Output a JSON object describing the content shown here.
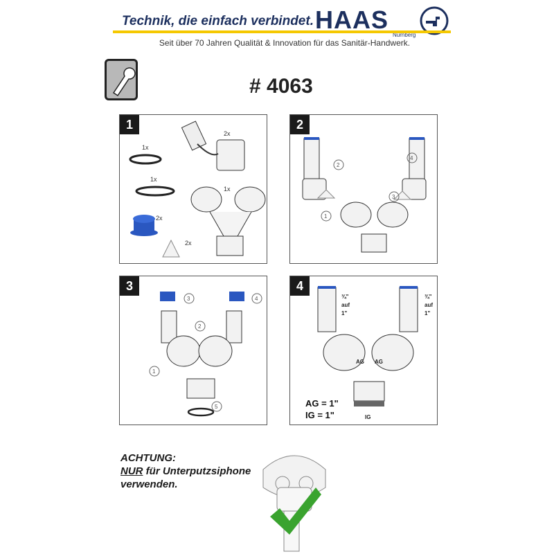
{
  "header": {
    "tagline": "Technik, die einfach verbindet.",
    "logo_text": "HAAS",
    "logo_city": "Nürnberg",
    "subline": "Seit über 70 Jahren Qualität & Innovation für das Sanitär-Handwerk."
  },
  "article": "# 4063",
  "panels": [
    {
      "number": "1",
      "parts": [
        "1x",
        "1x",
        "2x",
        "1x",
        "2x",
        "2x"
      ]
    },
    {
      "number": "2",
      "steps": [
        "1",
        "2",
        "3",
        "4"
      ]
    },
    {
      "number": "3",
      "steps": [
        "1",
        "2",
        "3",
        "4",
        "5"
      ]
    },
    {
      "number": "4",
      "labels": {
        "size": "¾\"",
        "auf": "auf",
        "one": "1\"",
        "ag": "AG",
        "ig": "IG"
      },
      "formula_ag": "AG = 1\"",
      "formula_ig": "IG = 1\""
    }
  ],
  "warning": {
    "title": "ACHTUNG:",
    "nur": "NUR",
    "line2_rest": " für Unterputzsiphone",
    "line3": "verwenden."
  },
  "colors": {
    "brand_blue": "#1c2f5e",
    "accent_yellow": "#f5c800",
    "part_blue": "#2a57c0",
    "check_green": "#3aa32f"
  }
}
